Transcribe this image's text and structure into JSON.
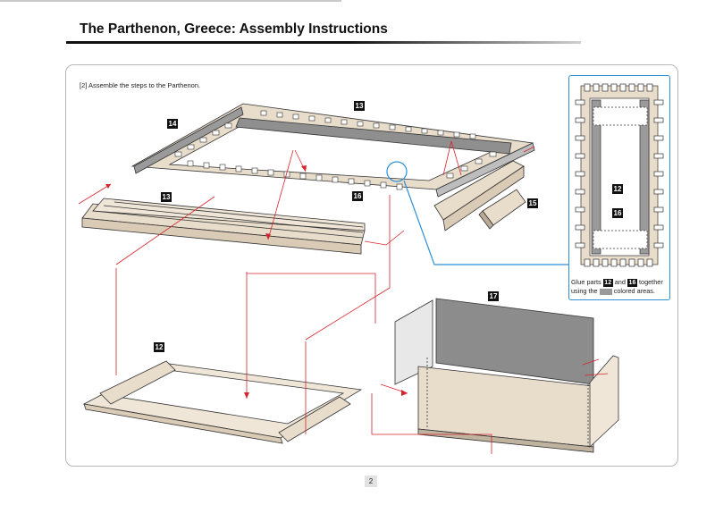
{
  "header": {
    "title": "The Parthenon, Greece: Assembly Instructions"
  },
  "step": {
    "text": "[2] Assemble the steps to the Parthenon."
  },
  "parts": {
    "p13_top": "13",
    "p14": "14",
    "p13_left": "13",
    "p16": "16",
    "p15": "15",
    "p12": "12",
    "p17": "17",
    "inset_12": "12",
    "inset_16": "16"
  },
  "note": {
    "line1_prefix": "Glue parts",
    "part_a": "12",
    "and_word": "and",
    "part_b": "16",
    "line1_suffix": "together",
    "line2_prefix": "using the",
    "line2_suffix": "colored areas."
  },
  "footer": {
    "page_number": "2"
  },
  "colors": {
    "accent_arrow": "#d6242c",
    "callout": "#2e8fd6",
    "part_fill": "#e8dccb",
    "part_grey": "#9a9a9a"
  }
}
